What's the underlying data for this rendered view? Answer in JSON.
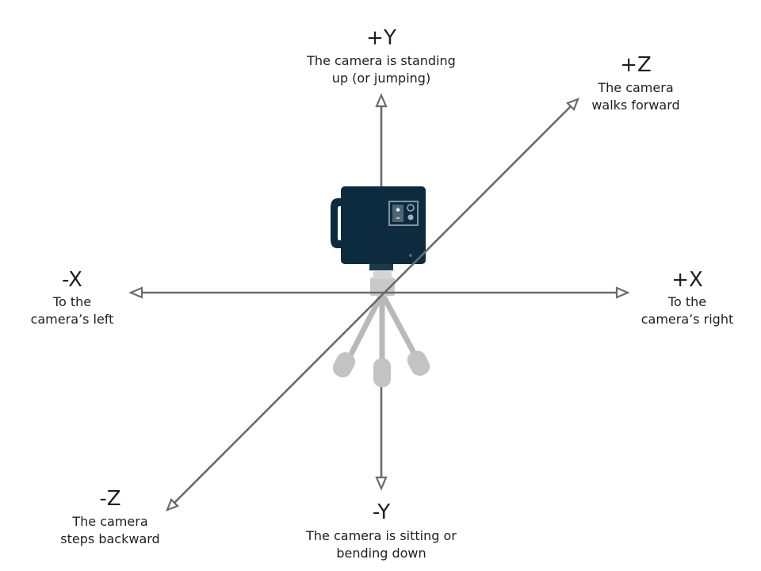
{
  "axes": {
    "pos_y": {
      "sign": "+Y",
      "desc_line1": "The camera is standing",
      "desc_line2": "up (or jumping)"
    },
    "neg_y": {
      "sign": "-Y",
      "desc_line1": "The camera is sitting or",
      "desc_line2": "bending down"
    },
    "pos_x": {
      "sign": "+X",
      "desc_line1": "To the",
      "desc_line2": "camera’s right"
    },
    "neg_x": {
      "sign": "-X",
      "desc_line1": "To the",
      "desc_line2": "camera’s left"
    },
    "pos_z": {
      "sign": "+Z",
      "desc_line1": "The camera",
      "desc_line2": "walks forward"
    },
    "neg_z": {
      "sign": "-Z",
      "desc_line1": "The camera",
      "desc_line2": "steps backward"
    }
  },
  "colors": {
    "axis": "#6b6b6b",
    "camera_body": "#0d2b3e",
    "tripod": "#b9b9b9",
    "panel": "#7f95a3"
  }
}
